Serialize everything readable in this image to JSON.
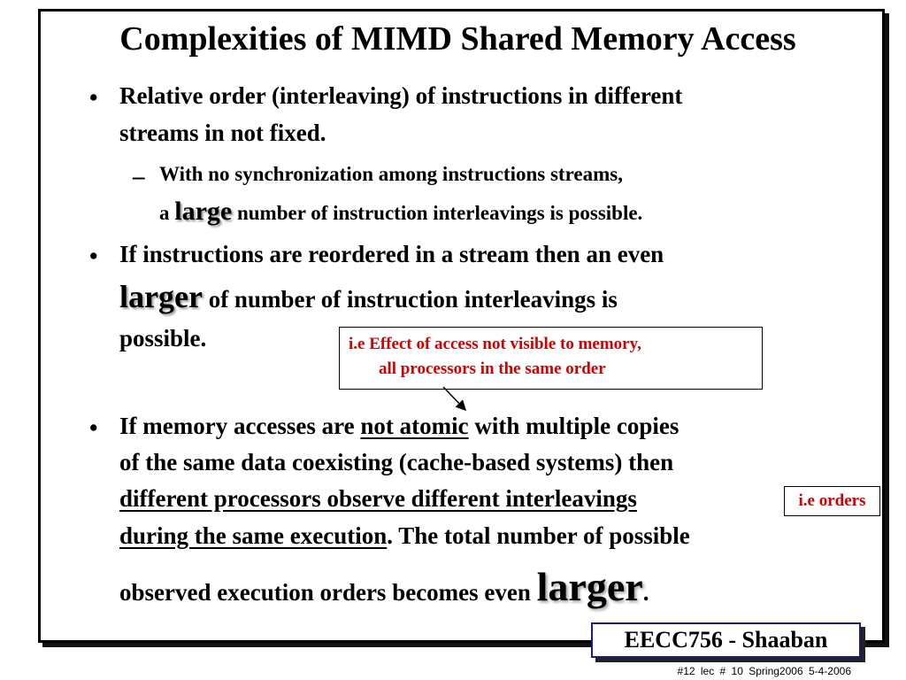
{
  "slide": {
    "title": "Complexities of MIMD Shared Memory Access",
    "bullets": [
      {
        "marker": "•",
        "line1": "Relative order (interleaving) of instructions in different",
        "line2": "streams in not fixed.",
        "sub": {
          "marker": "–",
          "line1": "With no synchronization among instructions streams,",
          "line2_pre": "a",
          "line2_emph": "large",
          "line2_post": "number of instruction interleavings is possible."
        }
      },
      {
        "marker": "•",
        "line1": "If instructions are reordered in a stream then an even",
        "line2_emph": "larger",
        "line2_post": "of number of instruction interleavings is",
        "line3": "possible."
      },
      {
        "marker": "•",
        "line1_pre": "If memory accesses are",
        "line1_u": "not atomic",
        "line1_post": "with multiple copies",
        "line2": "of the same data coexisting (cache-based systems) then",
        "line3_u": "different processors observe different interleavings",
        "line4_u": "during the same execution",
        "line4_post": ".  The total number of possible",
        "line5_pre": "observed execution orders becomes even",
        "line5_emph": "larger",
        "line5_post": "."
      }
    ],
    "callouts": {
      "effect_line1": "i.e Effect of access not visible to memory,",
      "effect_line2": "all processors in the same order",
      "orders": "i.e orders"
    },
    "footer": {
      "course": "EECC756 - Shaaban",
      "meta": "#12   lec # 10   Spring2006   5-4-2006"
    }
  },
  "colors": {
    "callout_text": "#d40000",
    "footer_border": "#1a1a8c"
  }
}
